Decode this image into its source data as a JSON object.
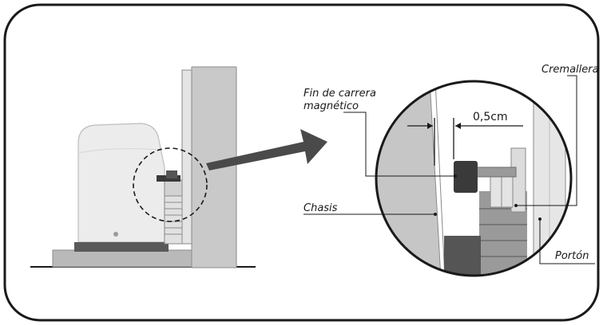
{
  "labels": {
    "limit_switch_line1": "Fin de carrera",
    "limit_switch_line2": "magnético",
    "rack": "Cremallera",
    "gap": "0,5cm",
    "chassis": "Chasis",
    "gate": "Portón"
  },
  "colors": {
    "frame": "#1a1a1a",
    "motor_body": "#ececec",
    "gate_post": "#c9c9c9",
    "zoom_arrow": "#4a4a4a",
    "magnet": "#3a3a3a"
  }
}
